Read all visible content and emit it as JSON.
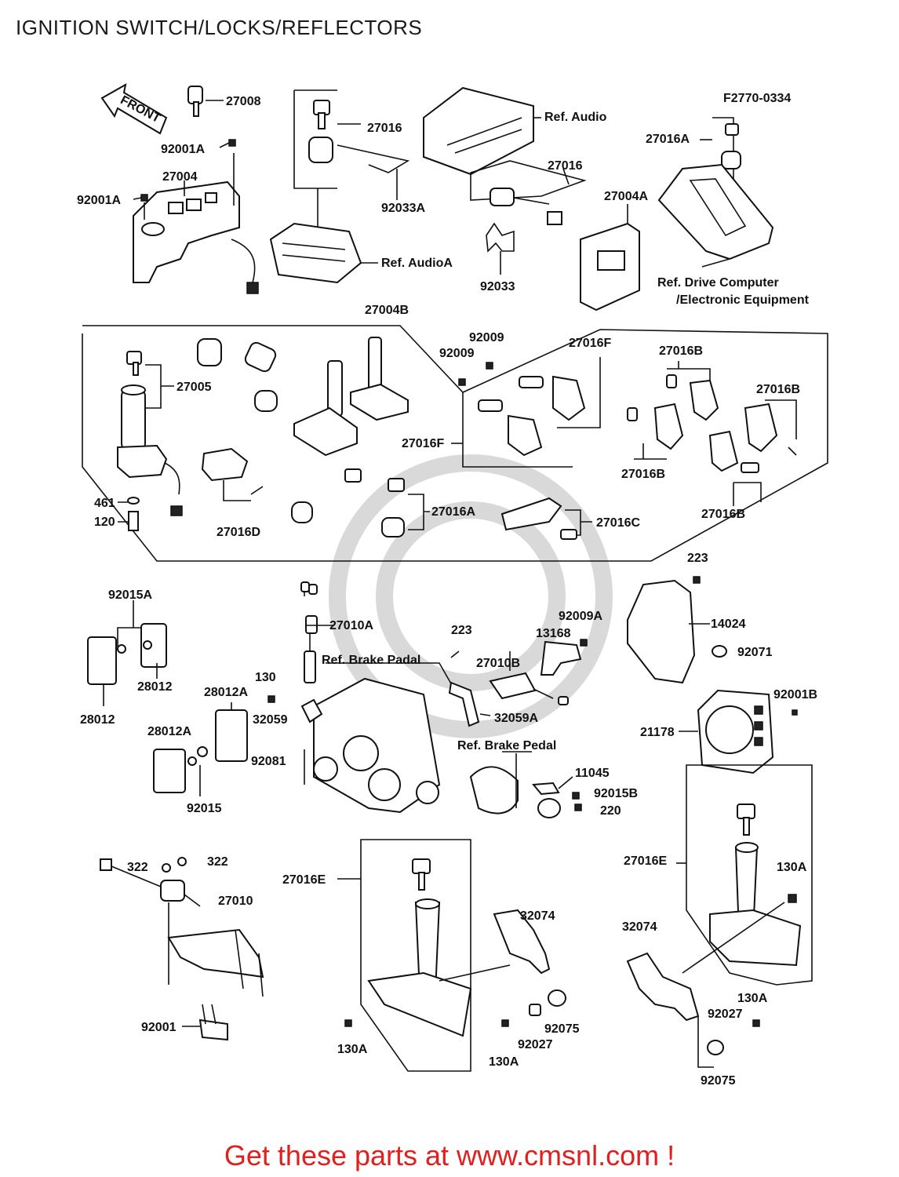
{
  "title": "IGNITION SWITCH/LOCKS/REFLECTORS",
  "diagram_code": "F2770-0334",
  "front_arrow_label": "FRONT",
  "footer": "Get these parts at www.cmsnl.com !",
  "callouts": {
    "p27008": "27008",
    "p92001A_a": "92001A",
    "p27004": "27004",
    "p92001A_b": "92001A",
    "p27016_a": "27016",
    "p92033A": "92033A",
    "ref_audioA": "Ref. AudioA",
    "ref_audio": "Ref. Audio",
    "p27016_b": "27016",
    "p92033": "92033",
    "p27016A_top": "27016A",
    "p27004A": "27004A",
    "ref_drive_computer": "Ref. Drive Computer",
    "ref_electronic": "/Electronic Equipment",
    "p27004B": "27004B",
    "p27005": "27005",
    "p461": "461",
    "p120": "120",
    "p27016D": "27016D",
    "p92009_a": "92009",
    "p92009_b": "92009",
    "p27016F_a": "27016F",
    "p27016F_b": "27016F",
    "p27016A_mid": "27016A",
    "p27016C": "27016C",
    "p27016B_a": "27016B",
    "p27016B_b": "27016B",
    "p27016B_c": "27016B",
    "p27016B_d": "27016B",
    "p223_a": "223",
    "p14024": "14024",
    "p92071": "92071",
    "p92001B": "92001B",
    "p21178": "21178",
    "p92015A": "92015A",
    "p28012_a": "28012",
    "p28012_b": "28012",
    "p28012A_a": "28012A",
    "p28012A_b": "28012A",
    "p92015": "92015",
    "p27010A": "27010A",
    "ref_brake_pedal_a": "Ref. Brake Padal",
    "p130": "130",
    "p32059": "32059",
    "p92081": "92081",
    "p223_b": "223",
    "p92009A": "92009A",
    "p13168": "13168",
    "p27010B": "27010B",
    "p32059A": "32059A",
    "ref_brake_pedal_b": "Ref. Brake Pedal",
    "p11045": "11045",
    "p92015B": "92015B",
    "p220": "220",
    "p322_a": "322",
    "p322_b": "322",
    "p27010": "27010",
    "p92001": "92001",
    "p27016E_a": "27016E",
    "p32074_a": "32074",
    "p130A_a": "130A",
    "p130A_b": "130A",
    "p92027_a": "92027",
    "p92075_a": "92075",
    "p27016E_b": "27016E",
    "p130A_c": "130A",
    "p32074_b": "32074",
    "p130A_d": "130A",
    "p92027_b": "92027",
    "p92075_b": "92075"
  }
}
